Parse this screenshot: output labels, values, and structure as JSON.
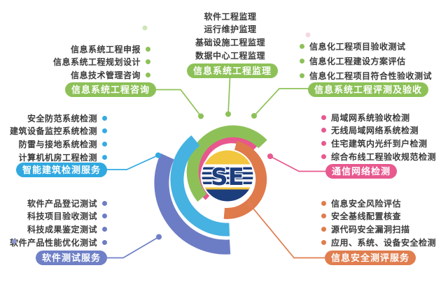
{
  "center": {
    "logo_text": "SE"
  },
  "groups": [
    {
      "id": "consulting",
      "label": "信息系统工程咨询",
      "color": "#8dc158",
      "items": [
        "信息系统工程申报",
        "信息系统工程规划设计",
        "信息技术管理咨询"
      ]
    },
    {
      "id": "supervision",
      "label": "信息系统工程监理",
      "color": "#8dc158",
      "items": [
        "软件工程监理",
        "运行维护监理",
        "基础设施工程监理",
        "数据中心工程监理"
      ]
    },
    {
      "id": "evaluation",
      "label": "信息系统工程评测及验收",
      "color": "#8dc158",
      "items": [
        "信息化工程项目验收测试",
        "信息化工程建设方案评估",
        "信息化工程项目符合性验收测试"
      ]
    },
    {
      "id": "network",
      "label": "通信网络检测",
      "color": "#e7598f",
      "items": [
        "局域网系统验收检测",
        "无线局域网络系统检测",
        "住宅建筑内光纤到户检测",
        "综合布线工程验收规范检测"
      ]
    },
    {
      "id": "security",
      "label": "信息安全测评服务",
      "color": "#e07e4f",
      "items": [
        "信息安全风险评估",
        "安全基线配置核查",
        "源代码安全漏洞扫描",
        "应用、系统、设备安全检测"
      ]
    },
    {
      "id": "building",
      "label": "智能建筑检测服务",
      "color": "#31a9e0",
      "items": [
        "安全防范系统检测",
        "建筑设备监控系统检测",
        "防雷与接地系统检测",
        "计算机机房工程检测"
      ]
    },
    {
      "id": "software",
      "label": "软件测试服务",
      "color": "#6f80c7",
      "items": [
        "软件产品登记测试",
        "科技项目验收测试",
        "科技成果鉴定测试",
        "软件产品性能优化测试"
      ]
    }
  ],
  "colors": {
    "green": "#8dc158",
    "pink": "#e7598f",
    "orange": "#df7c4d",
    "cyan": "#35abe2",
    "periwinkle": "#6d7dc5",
    "logo_navy": "#1d3e7d",
    "logo_yellow": "#f2c63e",
    "text": "#3b3b3b"
  }
}
